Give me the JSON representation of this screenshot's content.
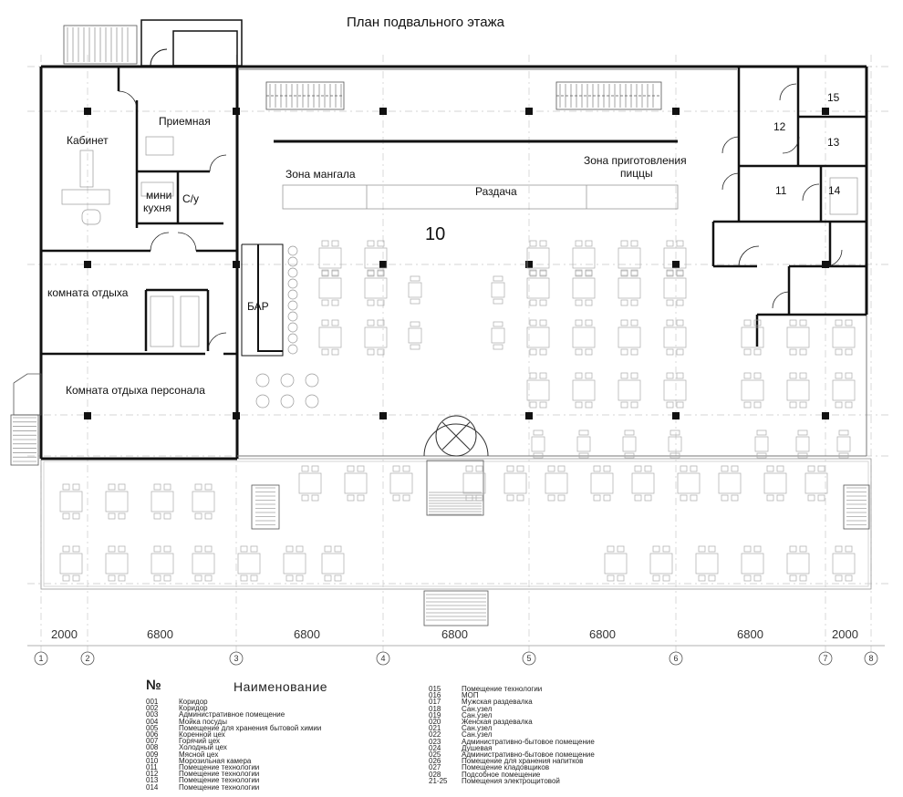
{
  "title": "План подвального этажа",
  "rooms": {
    "cabinet": "Кабинет",
    "reception": "Приемная",
    "mini_kitchen_1": "мини",
    "mini_kitchen_2": "кухня",
    "wc": "С/у",
    "rest_room": "комната отдыха",
    "staff_rest_room": "Комната отдыха персонала",
    "bar": "БАР",
    "grill_zone": "Зона мангала",
    "pizza_zone_1": "Зона приготовления",
    "pizza_zone_2": "пиццы",
    "serving": "Раздача",
    "hall_number": "10",
    "room_11": "11",
    "room_12": "12",
    "room_13": "13",
    "room_14": "14",
    "room_15": "15"
  },
  "dimensions": [
    "2000",
    "6800",
    "6800",
    "6800",
    "6800",
    "6800",
    "2000"
  ],
  "axes": [
    "1",
    "2",
    "3",
    "4",
    "5",
    "6",
    "7",
    "8"
  ],
  "legend": {
    "col_no": "№",
    "col_name": "Наименование",
    "items_left": [
      {
        "code": "001",
        "name": "Коридор"
      },
      {
        "code": "002",
        "name": "Коридор"
      },
      {
        "code": "003",
        "name": "Административное помещение"
      },
      {
        "code": "004",
        "name": "Мойка посуды"
      },
      {
        "code": "005",
        "name": "Помещение для хранения бытовой химии"
      },
      {
        "code": "006",
        "name": "Коренной цех"
      },
      {
        "code": "007",
        "name": "Горячий цех"
      },
      {
        "code": "008",
        "name": "Холодный цех"
      },
      {
        "code": "009",
        "name": "Мясной цех"
      },
      {
        "code": "010",
        "name": "Морозильная камера"
      },
      {
        "code": "011",
        "name": "Помещение технологии"
      },
      {
        "code": "012",
        "name": "Помещение технологии"
      },
      {
        "code": "013",
        "name": "Помещение технологии"
      },
      {
        "code": "014",
        "name": "Помещение технологии"
      }
    ],
    "items_right": [
      {
        "code": "015",
        "name": "Помещение технологии"
      },
      {
        "code": "016",
        "name": "МОП"
      },
      {
        "code": "017",
        "name": "Мужская раздевалка"
      },
      {
        "code": "018",
        "name": "Сан.узел"
      },
      {
        "code": "019",
        "name": "Сан.узел"
      },
      {
        "code": "020",
        "name": "Женская раздевалка"
      },
      {
        "code": "021",
        "name": "Сан.узел"
      },
      {
        "code": "022",
        "name": "Сан.узел"
      },
      {
        "code": "023",
        "name": "Административно-бытовое помещение"
      },
      {
        "code": "024",
        "name": "Душевая"
      },
      {
        "code": "025",
        "name": "Административно-бытовое помещение"
      },
      {
        "code": "026",
        "name": "Помещение для хранения напитков"
      },
      {
        "code": "027",
        "name": "Помещение кладовщиков"
      },
      {
        "code": "028",
        "name": "Подсобное помещение"
      },
      {
        "code": "21-25",
        "name": "Помещения электрощитовой"
      }
    ]
  },
  "colors": {
    "wall": "#111111",
    "light_line": "#aaaaaa",
    "grid": "#c8c8c8"
  }
}
